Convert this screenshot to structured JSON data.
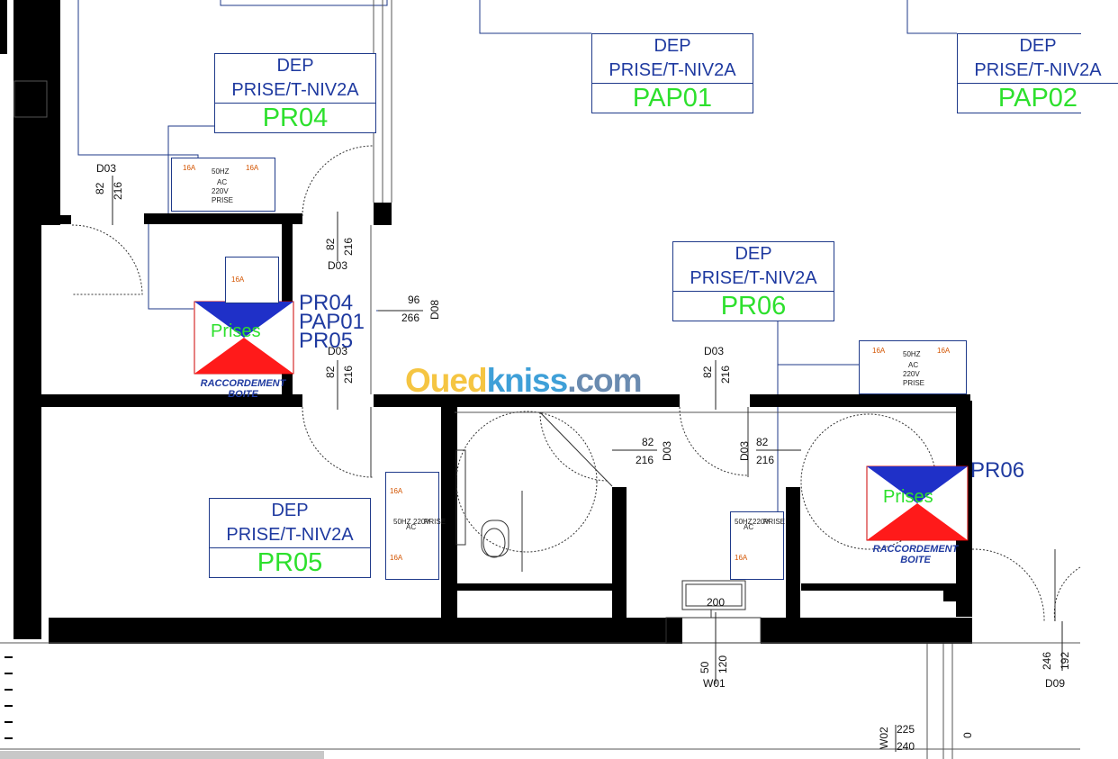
{
  "labels": {
    "pr04": {
      "line1": "DEP",
      "line2": "PRISE/T-NIV2A",
      "code": "PR04"
    },
    "pap01": {
      "line1": "DEP",
      "line2": "PRISE/T-NIV2A",
      "code": "PAP01"
    },
    "pap02": {
      "line1": "DEP",
      "line2": "PRISE/T-NIV2A",
      "code": "PAP02"
    },
    "pr06": {
      "line1": "DEP",
      "line2": "PRISE/T-NIV2A",
      "code": "PR06"
    },
    "pr05": {
      "line1": "DEP",
      "line2": "PRISE/T-NIV2A",
      "code": "PR05"
    }
  },
  "junction_left": {
    "tags": [
      "PR04",
      "PAP01",
      "PR05"
    ],
    "prises": "Prises",
    "racc": "RACCORDEMENT",
    "boite": "BOITE"
  },
  "junction_right": {
    "tag": "PR06",
    "prises": "Prises",
    "racc": "RACCORDEMENT",
    "boite": "BOITE"
  },
  "socket": {
    "text1": "PRISE",
    "text2": "220V",
    "text3": "AC",
    "text4": "50HZ",
    "rating": "16A"
  },
  "dims": {
    "d03": "D03",
    "w82": "82",
    "h216": "216",
    "d08": "D08",
    "w96": "96",
    "h266": "266",
    "w01": "W01",
    "w50": "50",
    "h120": "120",
    "h200": "200",
    "d09": "D09",
    "w246": "246",
    "h192": "192",
    "w02": "W02",
    "h225": "225",
    "h240": "240",
    "zero": "0"
  },
  "watermark": {
    "part1": "Oued",
    "part2": "kniss",
    "part3": ".com"
  },
  "colors": {
    "wall": "#000000",
    "label_text": "#1f3aa0",
    "code_text": "#2de02d",
    "junction_blue": "#1f30c8",
    "junction_red": "#ff1a1a"
  }
}
